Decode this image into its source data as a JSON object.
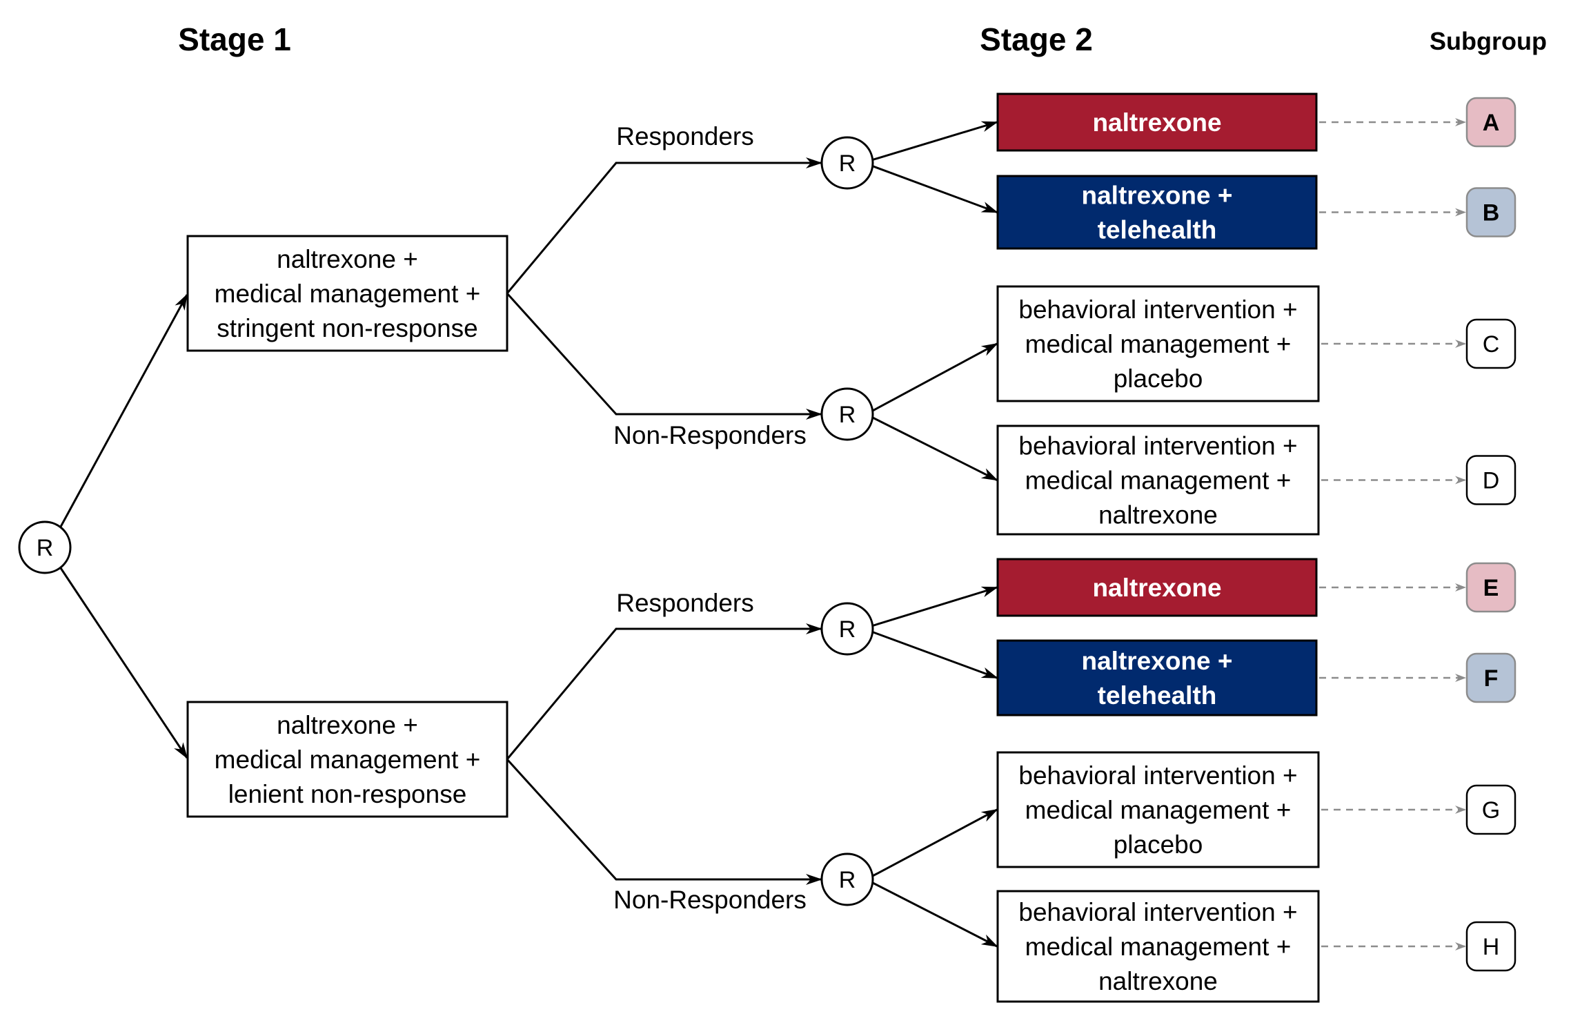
{
  "headers": {
    "stage1": "Stage 1",
    "stage2": "Stage 2",
    "subgroup": "Subgroup"
  },
  "randomization_label": "R",
  "stage1_arms": [
    {
      "lines": [
        "naltrexone +",
        "medical management +",
        "stringent non-response"
      ]
    },
    {
      "lines": [
        "naltrexone +",
        "medical management +",
        "lenient non-response"
      ]
    }
  ],
  "branch_labels": {
    "responders": "Responders",
    "non_responders": "Non-Responders"
  },
  "stage2_arms": [
    {
      "lines": [
        "naltrexone"
      ],
      "style": "red",
      "subgroup": "A"
    },
    {
      "lines": [
        "naltrexone +",
        "telehealth"
      ],
      "style": "blue",
      "subgroup": "B"
    },
    {
      "lines": [
        "behavioral intervention +",
        "medical management +",
        "placebo"
      ],
      "style": "white",
      "subgroup": "C"
    },
    {
      "lines": [
        "behavioral intervention +",
        "medical management +",
        "naltrexone"
      ],
      "style": "white",
      "subgroup": "D"
    },
    {
      "lines": [
        "naltrexone"
      ],
      "style": "red",
      "subgroup": "E"
    },
    {
      "lines": [
        "naltrexone +",
        "telehealth"
      ],
      "style": "blue",
      "subgroup": "F"
    },
    {
      "lines": [
        "behavioral intervention +",
        "medical management +",
        "placebo"
      ],
      "style": "white",
      "subgroup": "G"
    },
    {
      "lines": [
        "behavioral intervention +",
        "medical management +",
        "naltrexone"
      ],
      "style": "white",
      "subgroup": "H"
    }
  ],
  "colors": {
    "red_fill": "#a51c30",
    "blue_fill": "#012a6e",
    "red_badge": "#e6bcc4",
    "blue_badge": "#b5c3d6",
    "white_badge": "#ffffff",
    "dash": "#8c8c8c"
  }
}
